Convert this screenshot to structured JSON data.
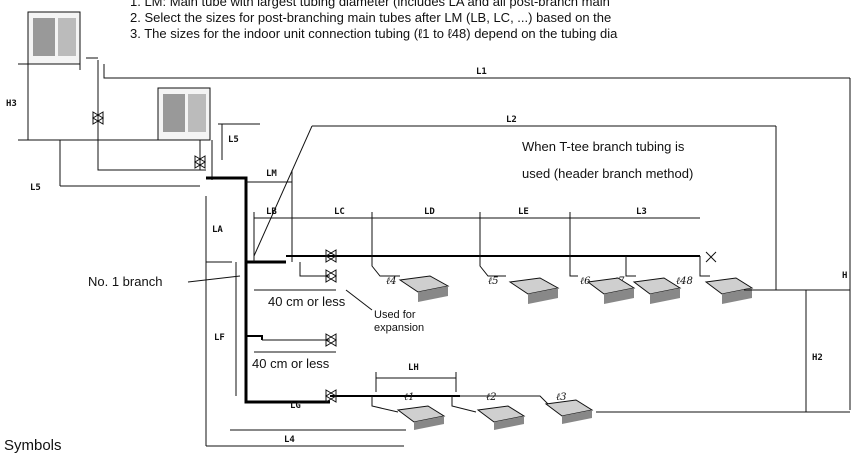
{
  "notes": [
    "1. LM: Main tube with largest tubing diameter (includes LA and all post-branch main",
    "2. Select the sizes for post-branching main tubes after LM (LB, LC, ...) based on the",
    "3. The sizes for the indoor unit connection tubing (ℓ1 to ℓ48) depend on the tubing dia"
  ],
  "dimensions": {
    "L1": "L1",
    "L2": "L2",
    "L3": "L3",
    "L4": "L4",
    "L5a": "L5",
    "L5b": "L5",
    "H": "H",
    "H2": "H2",
    "H3": "H3",
    "LA": "LA",
    "LB": "LB",
    "LC": "LC",
    "LD": "LD",
    "LE": "LE",
    "LF": "LF",
    "LG": "LG",
    "LH": "LH",
    "LM": "LM"
  },
  "units": {
    "l1": "ℓ1",
    "l2": "ℓ2",
    "l3": "ℓ3",
    "l4": "ℓ4",
    "l5": "ℓ5",
    "l6": "ℓ6",
    "l7": "ℓ7",
    "l48": "ℓ48"
  },
  "callouts": {
    "tee_line1": "When T-tee branch tubing is",
    "tee_line2": "used (header branch method)",
    "branch": "No. 1 branch",
    "forty_a": "40 cm or less",
    "forty_b": "40 cm or less",
    "expansion_1": "Used for",
    "expansion_2": "expansion"
  },
  "footer": {
    "symbols": "Symbols"
  }
}
